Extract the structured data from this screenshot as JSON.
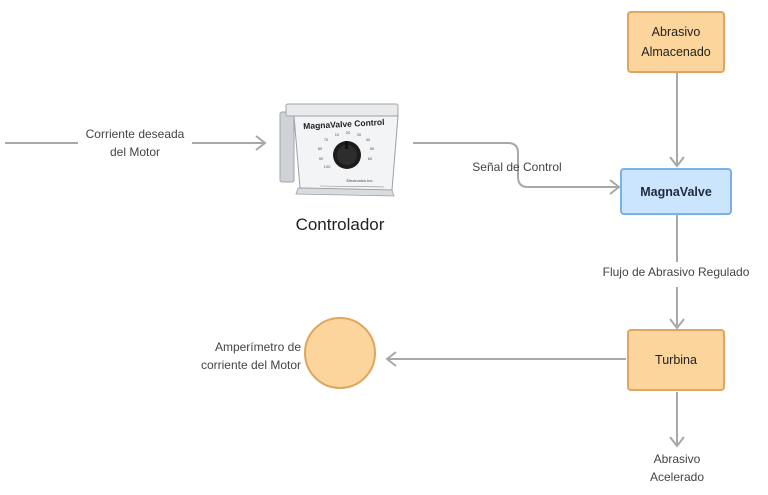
{
  "nodes": {
    "abrasivo_almacenado": [
      "Abrasivo",
      "Almacenado"
    ],
    "magnavalve": "MagnaValve",
    "turbina": "Turbina",
    "controlador": "Controlador",
    "amperimetro": [
      "Amperímetro de",
      "corriente del Motor"
    ],
    "abrasivo_acelerado": [
      "Abrasivo",
      "Acelerado"
    ]
  },
  "device": {
    "brand": "MagnaValve",
    "model": "Control",
    "dial_ticks": [
      "10",
      "20",
      "30",
      "40",
      "50",
      "60",
      "70",
      "80",
      "90",
      "100"
    ],
    "maker": "Electronics Inc."
  },
  "edges": {
    "corriente_deseada": [
      "Corriente deseada",
      "del Motor"
    ],
    "senal_control": "Señal de Control",
    "flujo_regulado": "Flujo de Abrasivo Regulado"
  },
  "colors": {
    "node_fill": "#fbd59b",
    "node_border": "#e0a560",
    "valve_fill": "#cce5ff",
    "valve_border": "#7eb0e8",
    "edge": "#a8a8a8"
  }
}
